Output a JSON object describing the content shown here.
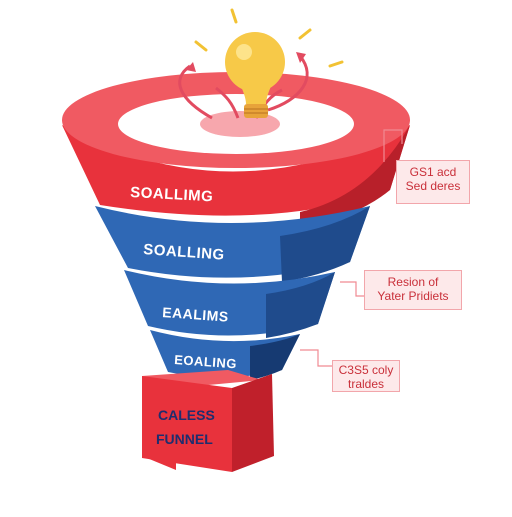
{
  "colors": {
    "red_front": "#e8323c",
    "red_side": "#b8202a",
    "red_top": "#f05a62",
    "blue_front": "#2f68b5",
    "blue_side": "#1f4b8c",
    "blue_dark": "#163a72",
    "bulb": "#f7c948",
    "arrow": "#e24b60",
    "sparkle": "#f2c233",
    "callout_text": "#c9303a",
    "callout_bg": "#fde9ea",
    "callout_border": "#f2a6ab",
    "base_text": "#1f2d6e"
  },
  "icons": {
    "lightbulb": "lightbulb-icon",
    "arrows": "curved-arrow-icon",
    "sparkles": "sparkle-icon"
  },
  "funnel": {
    "tiers": [
      {
        "label": "SOALLIMG"
      },
      {
        "label": "SOALLING"
      },
      {
        "label": "EAALIMS"
      },
      {
        "label": "EOALING"
      }
    ],
    "base": {
      "line1": "CALESS",
      "line2": "FUNNEL"
    }
  },
  "callouts": [
    {
      "line1": "GS1 acd",
      "line2": "Sed deres"
    },
    {
      "line1": "Resion of",
      "line2": "Yater Pridiets"
    },
    {
      "line1": "C3S5 coly",
      "line2": "traldes"
    }
  ]
}
